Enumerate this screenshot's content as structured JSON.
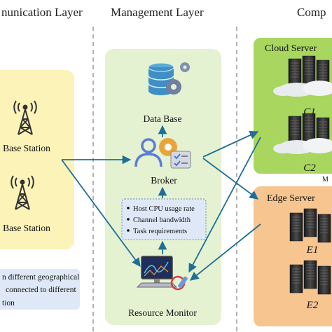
{
  "layers": {
    "communication": "nunication Layer",
    "management": "Management Layer",
    "computing": "Comp"
  },
  "communication": {
    "stations": [
      "Base Station",
      "Base Station"
    ],
    "note_lines": [
      "n different geographical",
      "connected to different",
      "tion"
    ]
  },
  "management": {
    "database": "Data Base",
    "broker": "Broker",
    "monitor_info": [
      "Host CPU usage rate",
      "Channel bandwidth",
      "Task requirements"
    ],
    "resource_monitor": "Resource Monitor"
  },
  "computing": {
    "cloud_title": "Cloud Server",
    "cloud_nodes": [
      "C1",
      "C2"
    ],
    "cloud_side_letter": "M",
    "edge_title": "Edge Server",
    "edge_nodes": [
      "E1",
      "E2"
    ]
  },
  "colors": {
    "comm_panel": "#fbf3b8",
    "mgmt_panel": "#e4f2d2",
    "cloud_panel": "#a8d65e",
    "edge_panel": "#f7c58f",
    "note_panel": "#dfe8f6",
    "arrow": "#1f6e96"
  }
}
